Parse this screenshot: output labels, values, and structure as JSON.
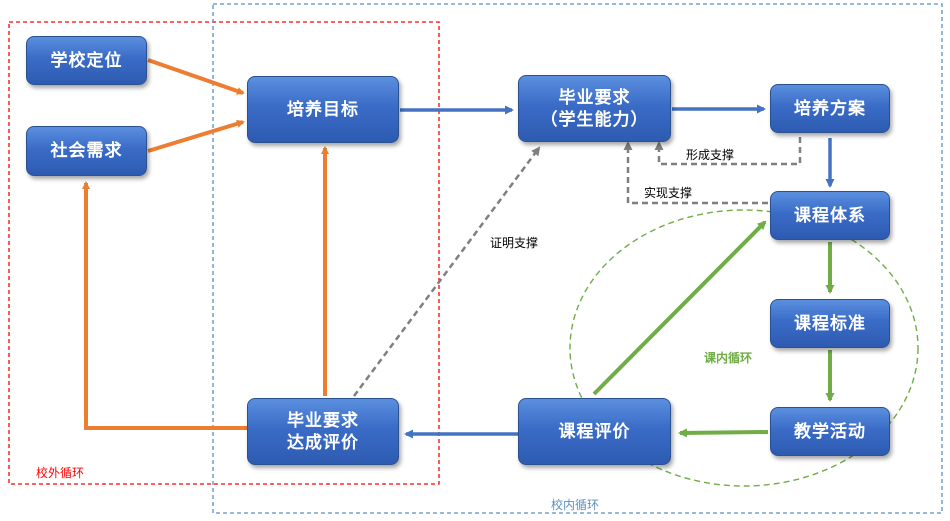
{
  "nodes": {
    "school_position": "学校定位",
    "social_demand": "社会需求",
    "training_goal": "培养目标",
    "grad_req_line1": "毕业要求",
    "grad_req_line2": "（学生能力）",
    "training_plan": "培养方案",
    "curriculum_system": "课程体系",
    "course_standard": "课程标准",
    "teaching_activity": "教学活动",
    "course_eval": "课程评价",
    "grad_eval_line1": "毕业要求",
    "grad_eval_line2": "达成评价"
  },
  "labels": {
    "form_support": "形成支撑",
    "realize_support": "实现支撑",
    "prove_support": "证明支撑",
    "in_class_loop": "课内循环",
    "outside_school_loop": "校外循环",
    "inside_school_loop": "校内循环"
  },
  "colors": {
    "orange": "#ed7d31",
    "blue": "#4472c4",
    "green": "#70ad47",
    "gray": "#7f7f7f",
    "red": "#ff0000",
    "dashed_blue": "#5a8fc3"
  }
}
